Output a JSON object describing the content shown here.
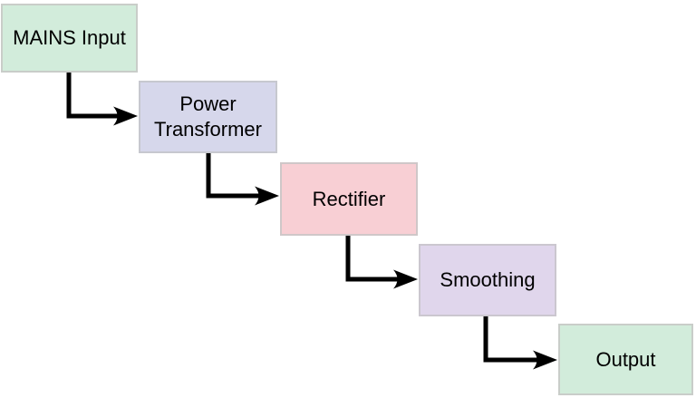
{
  "diagram": {
    "type": "flowchart",
    "background": "#ffffff",
    "arrow_color": "#000000",
    "text_color": "#000000",
    "nodes": [
      {
        "id": "mains-input",
        "label": "MAINS Input",
        "fill": "#d2ecdb",
        "border": "#c9cdc9"
      },
      {
        "id": "power-transformer",
        "label": "Power Transformer",
        "fill": "#d6d7eb",
        "border": "#c7c8cf"
      },
      {
        "id": "rectifier",
        "label": "Rectifier",
        "fill": "#f8cfd4",
        "border": "#cfc7c8"
      },
      {
        "id": "smoothing",
        "label": "Smoothing",
        "fill": "#e0d6ec",
        "border": "#cbc7cf"
      },
      {
        "id": "output",
        "label": "Output",
        "fill": "#d2ecdb",
        "border": "#c9cdc9"
      }
    ],
    "edges": [
      {
        "from": "mains-input",
        "to": "power-transformer"
      },
      {
        "from": "power-transformer",
        "to": "rectifier"
      },
      {
        "from": "rectifier",
        "to": "smoothing"
      },
      {
        "from": "smoothing",
        "to": "output"
      }
    ]
  }
}
